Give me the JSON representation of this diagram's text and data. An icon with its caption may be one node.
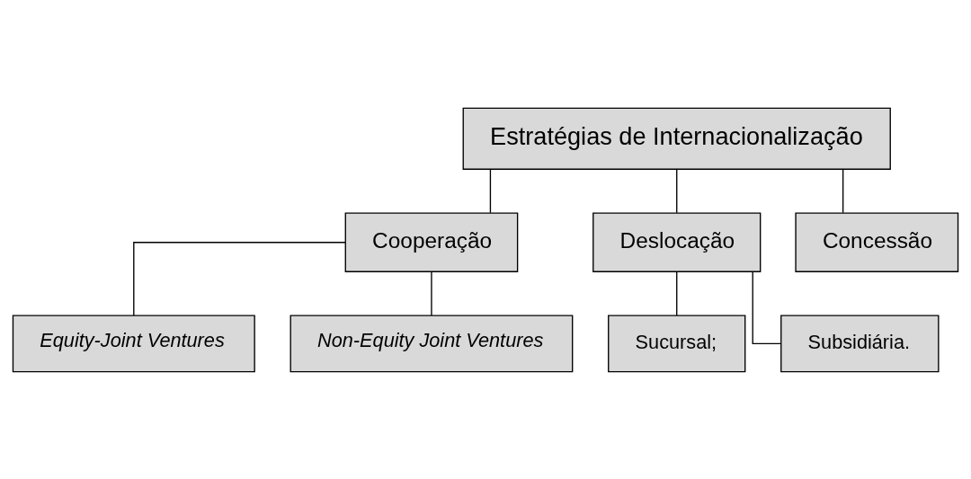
{
  "diagram": {
    "nodes": [
      {
        "text": [
          "Estratégias de Internacionalização"
        ]
      },
      {
        "text": [
          "Cooperação"
        ]
      },
      {
        "text": [
          "Deslocação"
        ]
      },
      {
        "text": [
          "Concessão"
        ]
      },
      {
        "text": [
          "Equity-Joint Ventures"
        ]
      },
      {
        "text": [
          "Non-Equity Joint Ventures"
        ]
      },
      {
        "text": [
          "Sucursal;"
        ]
      },
      {
        "text": [
          "Subsidiária."
        ]
      }
    ],
    "edges": [
      {
        "from": 0,
        "to": 1,
        "arrow": "none"
      },
      {
        "from": 0,
        "to": 2,
        "arrow": "none"
      },
      {
        "from": 0,
        "to": 3,
        "arrow": "none"
      },
      {
        "from": 1,
        "to": 4,
        "arrow": "none"
      },
      {
        "from": 1,
        "to": 5,
        "arrow": "none"
      },
      {
        "from": 2,
        "to": 6,
        "arrow": "none"
      },
      {
        "from": 2,
        "to": 7,
        "arrow": "none"
      }
    ]
  }
}
